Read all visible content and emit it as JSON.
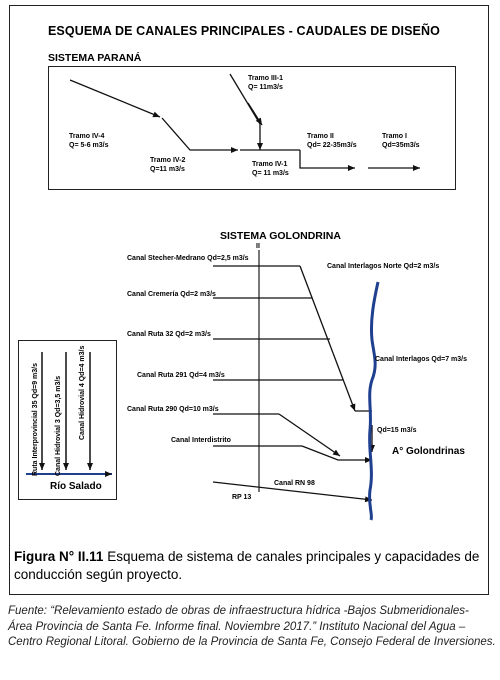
{
  "title": "ESQUEMA DE CANALES PRINCIPALES - CAUDALES DE DISEÑO",
  "parana": {
    "title": "SISTEMA PARANÁ",
    "tramo_iv4": {
      "name": "Tramo IV-4",
      "q": "Q= 5-6 m3/s"
    },
    "tramo_iii1": {
      "name": "Tramo III-1",
      "q": "Q= 11m3/s"
    },
    "tramo_iv2": {
      "name": "Tramo IV-2",
      "q": "Q=11 m3/s"
    },
    "tramo_iv1": {
      "name": "Tramo IV-1",
      "q": "Q= 11 m3/s"
    },
    "tramo_ii": {
      "name": "Tramo II",
      "q": "Qd= 22-35m3/s"
    },
    "tramo_i": {
      "name": "Tramo I",
      "q": "Qd=35m3/s"
    }
  },
  "golondrina": {
    "title": "SISTEMA GOLONDRINA",
    "axis_mark": "II",
    "canals": {
      "stecher": "Canal Stecher-Medrano  Qd=2,5 m3/s",
      "cremeria": "Canal Cremería  Qd=2 m3/s",
      "ruta32": "Canal Ruta 32  Qd=2 m3/s",
      "ruta291": "Canal Ruta 291  Qd=4 m3/s",
      "ruta290": "Canal Ruta 290  Qd=10 m3/s",
      "interdistrito": "Canal Interdistrito",
      "interlagos_norte": "Canal Interlagos Norte  Qd=2 m3/s",
      "interlagos": "Canal Interlagos  Qd=7 m3/s",
      "qd15": "Qd=15 m3/s",
      "rn98": "Canal RN 98",
      "rp13": "RP 13"
    },
    "arroyo": "A° Golondrinas"
  },
  "salado": {
    "ruta35": "Ruta Interprovincial 35  Qd=9 m3/s",
    "hidrovial3": "Canal Hidrovial 3  Qd=3,5 m3/s",
    "hidrovial4": "Canal Hidrovial 4  Qd=4 m3/s",
    "rio": "Río Salado"
  },
  "caption": {
    "label": "Figura N° II.11",
    "text": " Esquema de sistema de canales principales y capacidades de conducción según proyecto."
  },
  "source": "Fuente: “Relevamiento estado de obras de infraestructura hídrica -Bajos Submeridionales- Área Provincia de Santa Fe. Informe final. Noviembre 2017.” Instituto Nacional del Agua – Centro Regional Litoral. Gobierno de la Provincia de Santa Fe, Consejo Federal de Inversiones.",
  "colors": {
    "river": "#1f3f8f",
    "line": "#111111"
  }
}
